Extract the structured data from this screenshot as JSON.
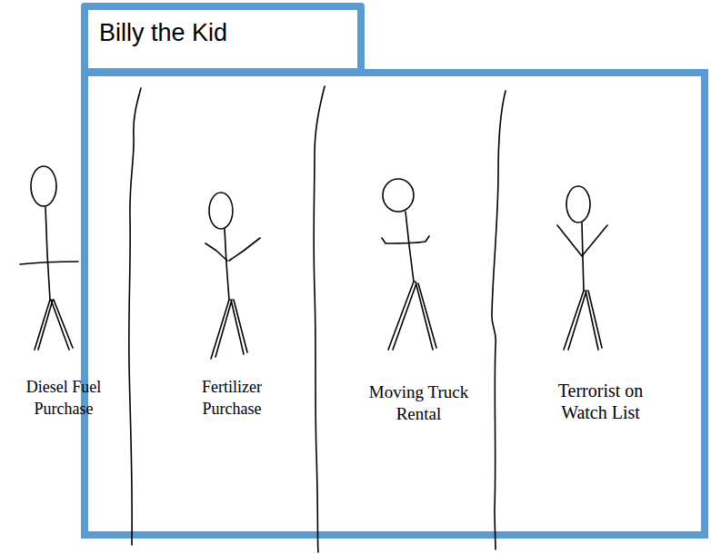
{
  "diagram": {
    "nodes": [
      {
        "text": [
          "Billy the Kid"
        ]
      }
    ],
    "labels": [
      "Diesel Fuel Purchase",
      "Fertilizer Purchase",
      "Moving Truck Rental",
      "Terrorist on Watch List"
    ]
  }
}
